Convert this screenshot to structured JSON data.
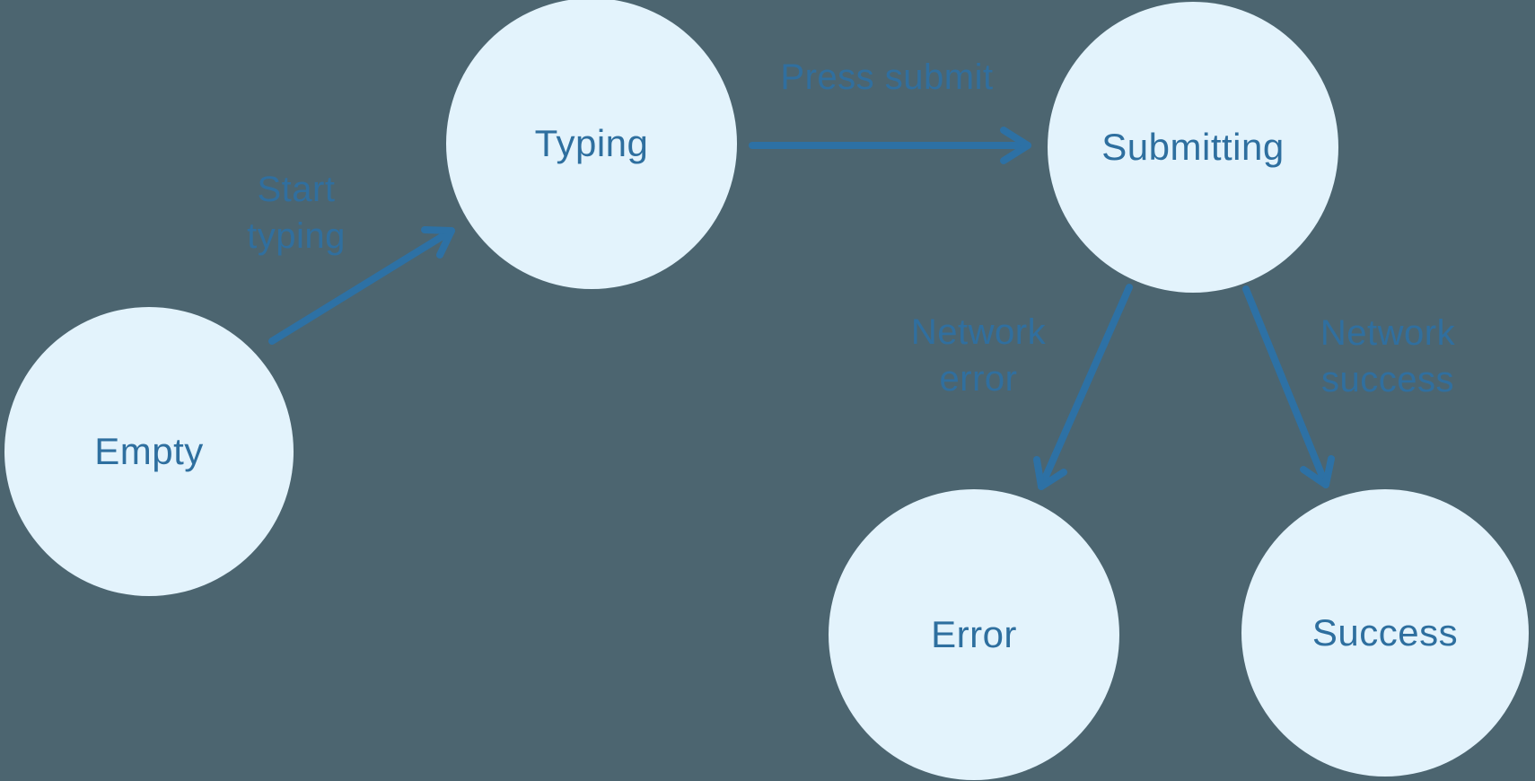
{
  "diagram": {
    "type": "state-machine",
    "colors": {
      "background": "#4c6570",
      "node_fill": "#e3f3fc",
      "node_text": "#2e6f9f",
      "edge": "#2d71a5"
    },
    "nodes": [
      {
        "id": "empty",
        "label": "Empty"
      },
      {
        "id": "typing",
        "label": "Typing"
      },
      {
        "id": "submitting",
        "label": "Submitting"
      },
      {
        "id": "error",
        "label": "Error"
      },
      {
        "id": "success",
        "label": "Success"
      }
    ],
    "edges": [
      {
        "from": "Empty",
        "to": "Typing",
        "label": "Start typing",
        "lines": [
          "Start",
          "typing"
        ]
      },
      {
        "from": "Typing",
        "to": "Submitting",
        "label": "Press submit",
        "lines": [
          "Press submit"
        ]
      },
      {
        "from": "Submitting",
        "to": "Error",
        "label": "Network error",
        "lines": [
          "Network",
          "error"
        ]
      },
      {
        "from": "Submitting",
        "to": "Success",
        "label": "Network success",
        "lines": [
          "Network",
          "success"
        ]
      }
    ]
  }
}
